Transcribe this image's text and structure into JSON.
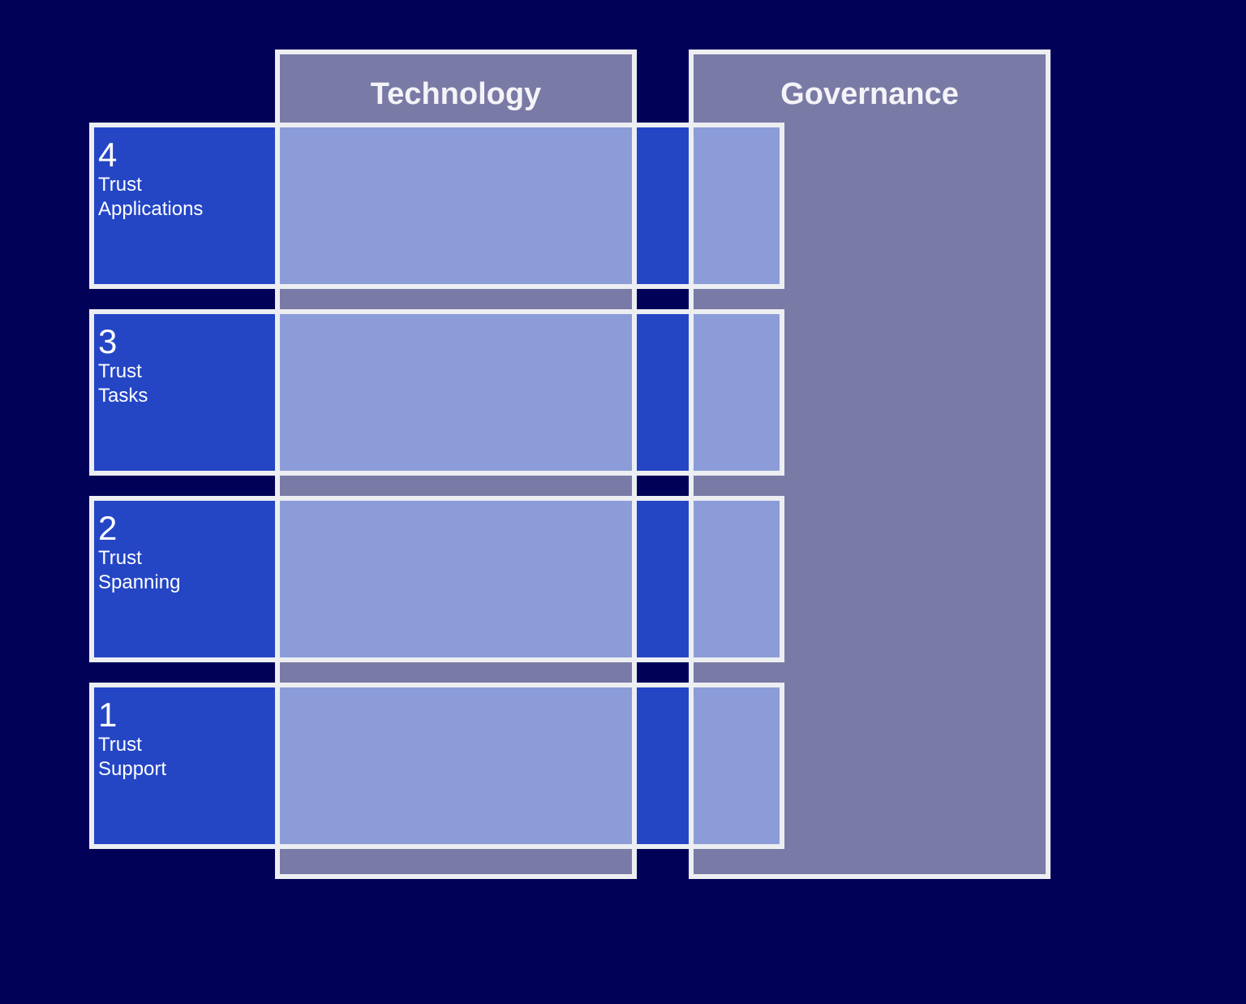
{
  "pillars": [
    {
      "title": "Technology"
    },
    {
      "title": "Governance"
    }
  ],
  "layers": [
    {
      "number": "4",
      "line1": "Trust",
      "line2": "Applications"
    },
    {
      "number": "3",
      "line1": "Trust",
      "line2": "Tasks"
    },
    {
      "number": "2",
      "line1": "Trust",
      "line2": "Spanning"
    },
    {
      "number": "1",
      "line1": "Trust",
      "line2": "Support"
    }
  ],
  "colors": {
    "background": "#010157",
    "pillar_fill": "#7a7aa6",
    "layer_fill": "#2446c5",
    "overlap_fill": "#8b9cd8",
    "border": "#eceef2",
    "text": "#ffffff"
  }
}
